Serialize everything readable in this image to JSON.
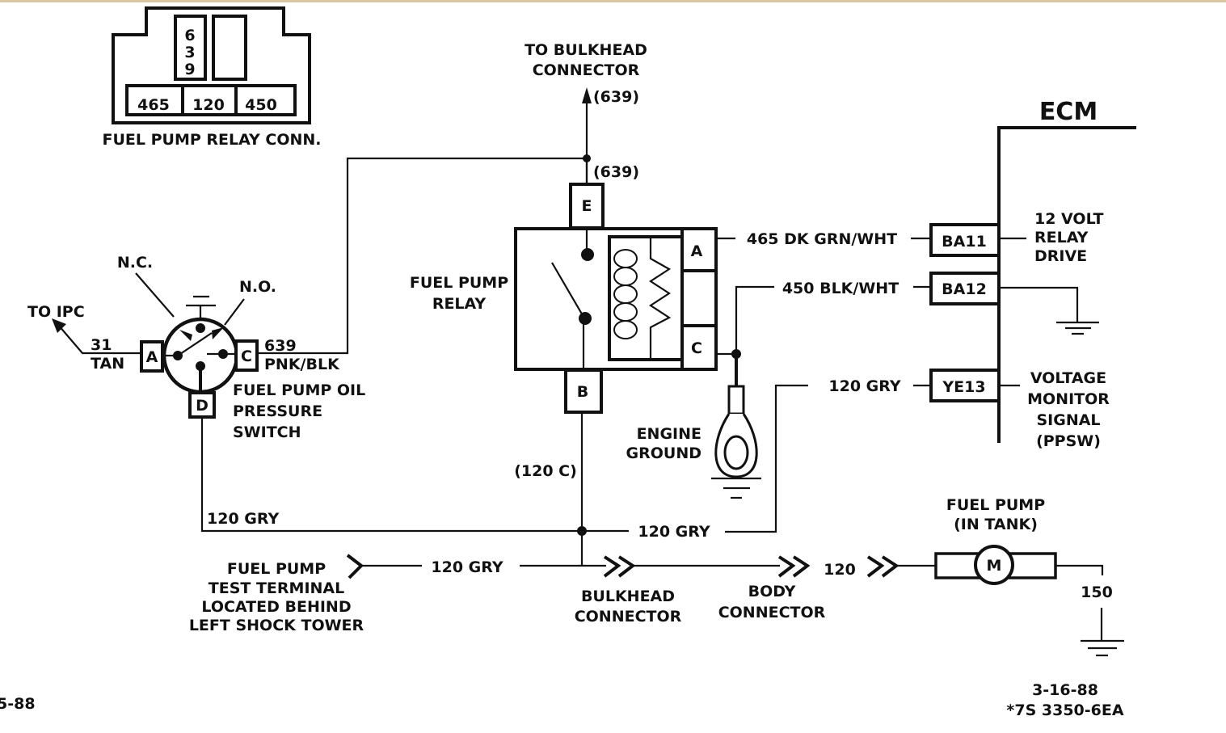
{
  "diagram": {
    "colors": {
      "ink": "#111111",
      "background": "#ffffff",
      "top_border": "#d9c6a5"
    },
    "relay_connector": {
      "title": "FUEL PUMP RELAY CONN.",
      "upper_cavity": "639",
      "upper_cavity_digits": [
        "6",
        "3",
        "9"
      ],
      "lower_cavities": [
        "465",
        "120",
        "450"
      ]
    },
    "bulkhead_top": {
      "label_line1": "TO BULKHEAD",
      "label_line2": "CONNECTOR",
      "wire_upper": "(639)",
      "wire_lower": "(639)"
    },
    "oil_pressure_switch": {
      "label_line1": "FUEL PUMP OIL",
      "label_line2": "PRESSURE",
      "label_line3": "SWITCH",
      "nc_label": "N.C.",
      "no_label": "N.O.",
      "pins": {
        "a": "A",
        "c": "C",
        "d": "D"
      },
      "to_ipc": "TO IPC",
      "wire_a_number": "31",
      "wire_a_color": "TAN",
      "wire_c_number": "639",
      "wire_c_color": "PNK/BLK"
    },
    "relay": {
      "label_line1": "FUEL PUMP",
      "label_line2": "RELAY",
      "pins": {
        "e": "E",
        "a": "A",
        "c": "C",
        "b": "B"
      },
      "wire_b": "(120 C)"
    },
    "wires": {
      "w465": "465 DK GRN/WHT",
      "w450": "450 BLK/WHT",
      "w120_ecm": "120 GRY",
      "w120_left": "120 GRY",
      "w120_mid": "120 GRY",
      "w120_test": "120 GRY",
      "w120_pump": "120",
      "w150": "150"
    },
    "engine_ground": {
      "line1": "ENGINE",
      "line2": "GROUND"
    },
    "ecm": {
      "title": "ECM",
      "pins": [
        "BA11",
        "BA12",
        "YE13"
      ],
      "desc_ba11": [
        "12 VOLT",
        "RELAY",
        "DRIVE"
      ],
      "desc_ye13": [
        "VOLTAGE",
        "MONITOR",
        "SIGNAL",
        "(PPSW)"
      ]
    },
    "test_terminal": {
      "lines": [
        "FUEL PUMP",
        "TEST TERMINAL",
        "LOCATED BEHIND",
        "LEFT SHOCK TOWER"
      ]
    },
    "bulkhead_bottom": {
      "line1": "BULKHEAD",
      "line2": "CONNECTOR"
    },
    "body_connector": {
      "line1": "BODY",
      "line2": "CONNECTOR"
    },
    "fuel_pump": {
      "line1": "FUEL PUMP",
      "line2": "(IN TANK)",
      "motor": "M"
    },
    "footer": {
      "left_date_fragment": "5-88",
      "date": "3-16-88",
      "code": "*7S 3350-6EA"
    }
  }
}
